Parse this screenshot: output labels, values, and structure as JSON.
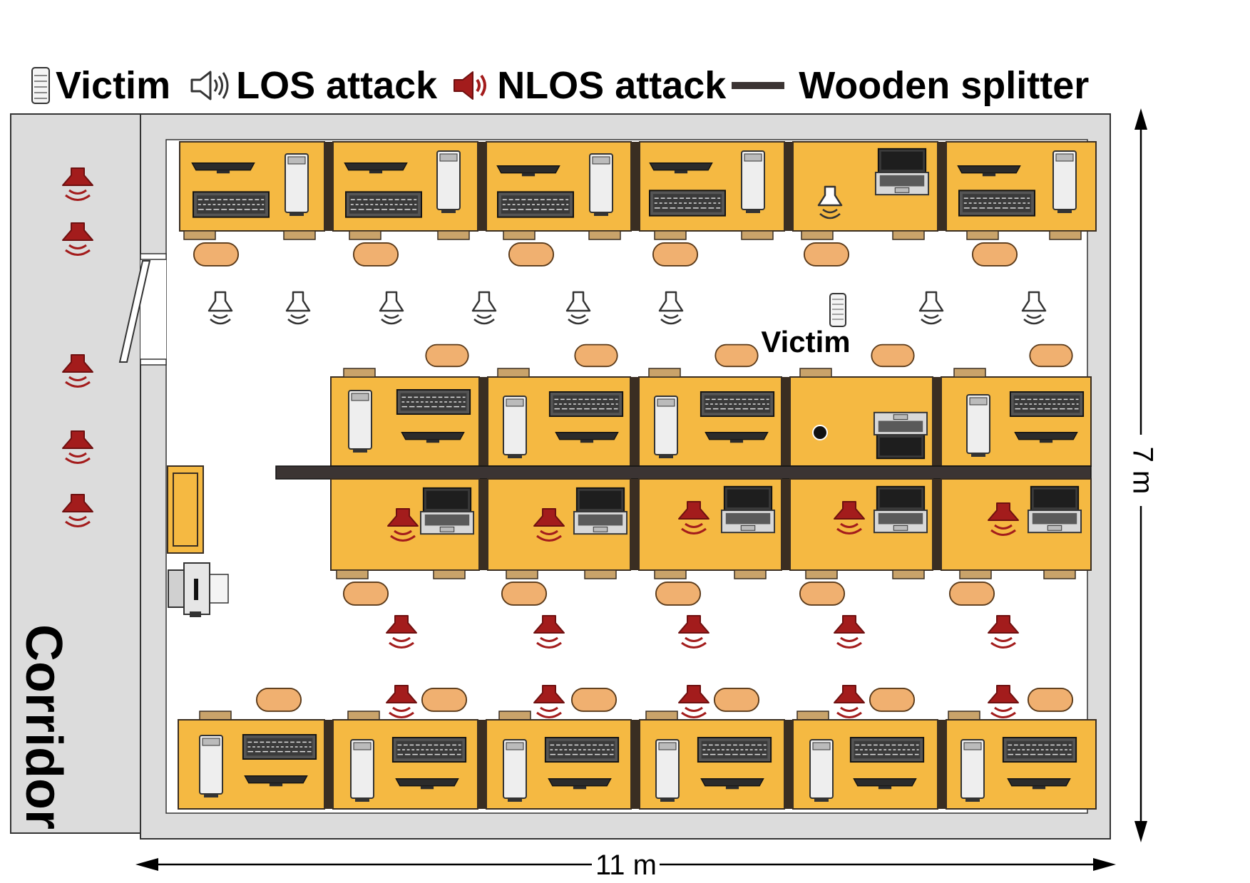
{
  "legend": {
    "victim_label": "Victim",
    "los_label": "LOS attack",
    "nlos_label": "NLOS attack",
    "splitter_label": "Wooden splitter",
    "victim_icon": "smart-speaker-icon",
    "los_icon": "speaker-outline-icon",
    "nlos_icon": "speaker-red-icon"
  },
  "room": {
    "corridor_label": "Corridor",
    "victim_label": "Victim",
    "width_label": "11 m",
    "height_label": "7 m"
  },
  "colors": {
    "desk": "#f5b942",
    "desk_border": "#3a2e22",
    "chair": "#f0b070",
    "wall": "#dcdcdc",
    "nlos": "#8b1a1a",
    "los": "#333333",
    "splitter": "#3b3433"
  }
}
